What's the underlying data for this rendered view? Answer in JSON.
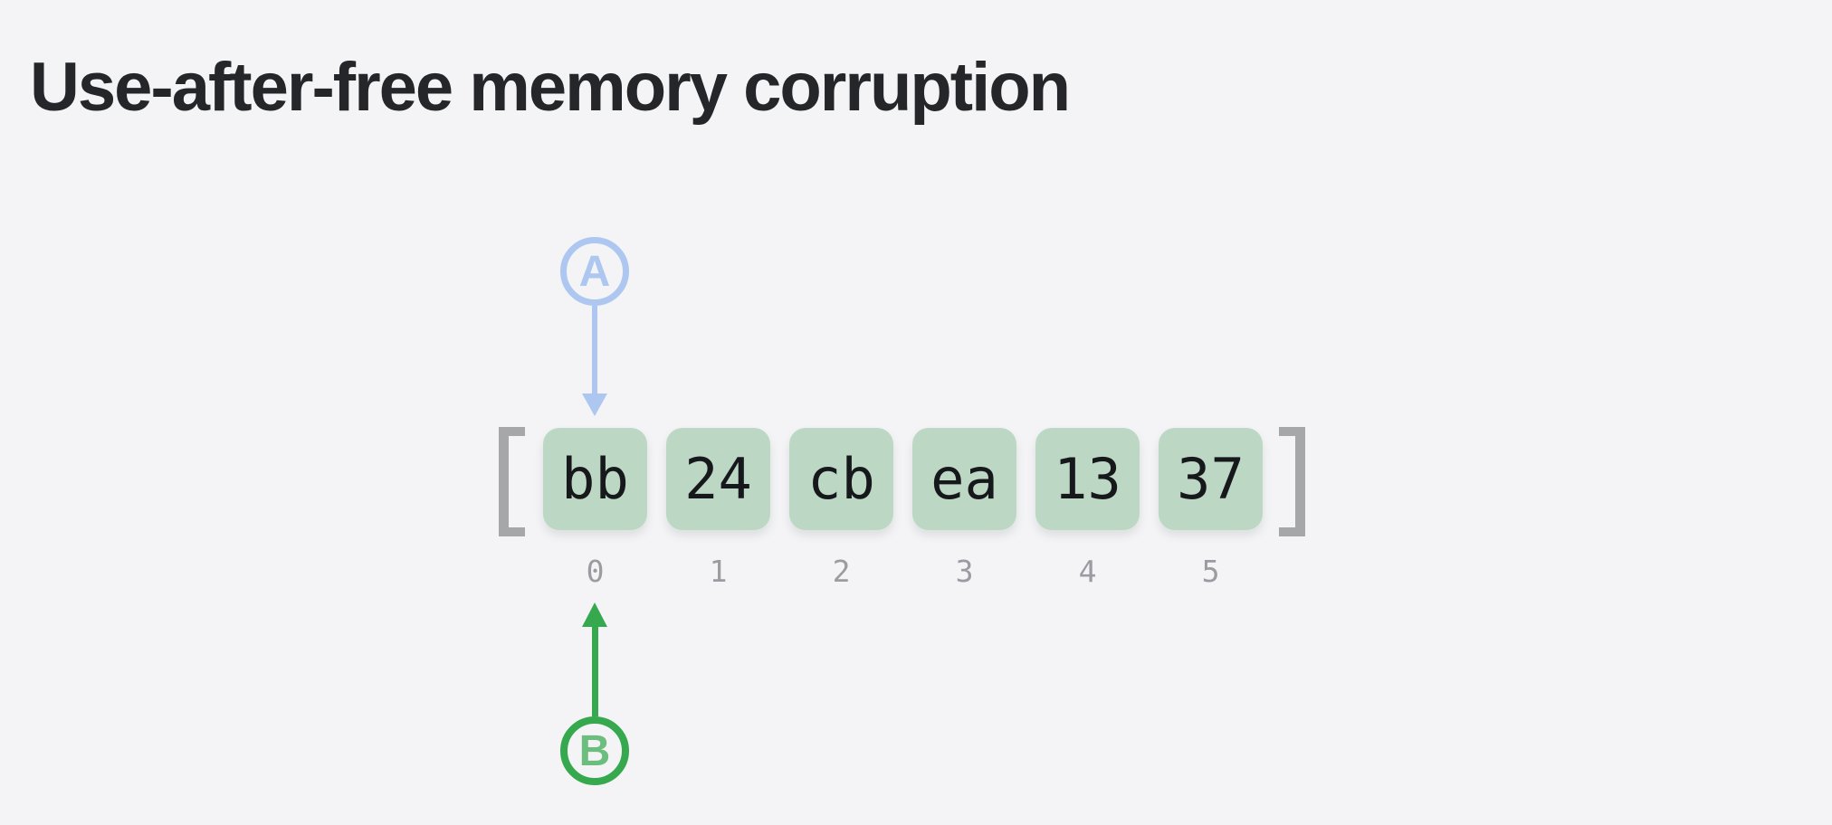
{
  "title": "Use-after-free memory corruption",
  "memory_array": {
    "left_bracket": "[",
    "right_bracket": "]",
    "cells": [
      {
        "value": "bb",
        "index": "0"
      },
      {
        "value": "24",
        "index": "1"
      },
      {
        "value": "cb",
        "index": "2"
      },
      {
        "value": "ea",
        "index": "3"
      },
      {
        "value": "13",
        "index": "4"
      },
      {
        "value": "37",
        "index": "5"
      }
    ]
  },
  "pointers": {
    "a": {
      "label": "A",
      "direction": "down",
      "points_to_index": "0",
      "color": "#adc7f1"
    },
    "b": {
      "label": "B",
      "direction": "up",
      "points_to_index": "0",
      "color": "#36a94e"
    }
  },
  "colors": {
    "background": "#f4f4f6",
    "title_text": "#25262a",
    "cell_fill": "#bcd8c4",
    "cell_text": "#17181b",
    "bracket": "#a6a7a9",
    "index_text": "#9b9ca1",
    "pointer_a_blue": "#adc7f1",
    "pointer_b_green": "#36a94e"
  }
}
